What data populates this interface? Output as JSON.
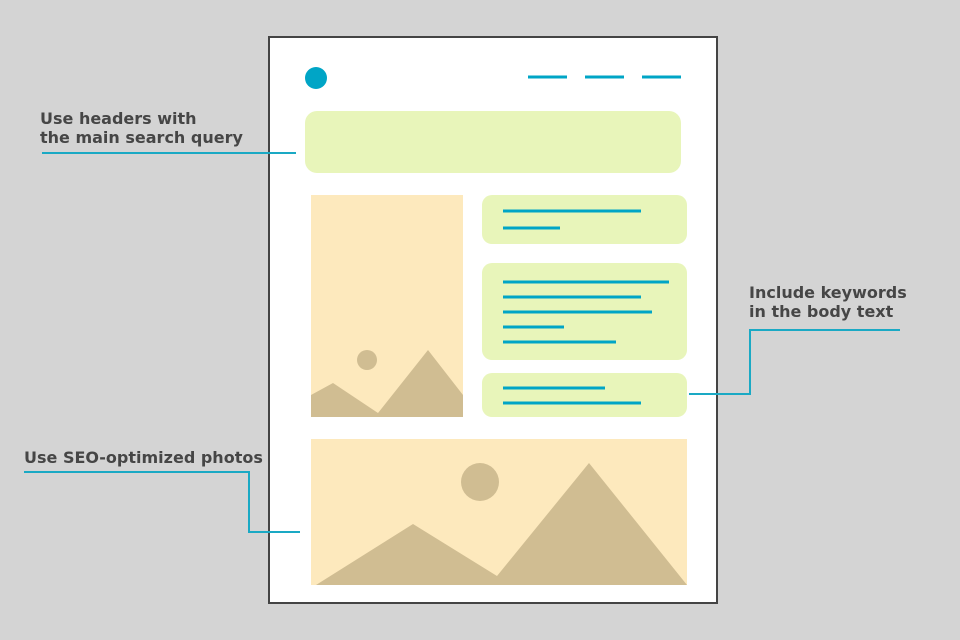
{
  "callouts": {
    "headers": {
      "line1": "Use headers with",
      "line2": "the main search query"
    },
    "keywords": {
      "line1": "Include keywords",
      "line2": "in the body text"
    },
    "photos": {
      "line1": "Use SEO-optimized photos"
    }
  },
  "colors": {
    "background": "#d4d4d4",
    "accent": "#00a5c6",
    "text_block": "#e8f5ba",
    "image_bg": "#fde9bd",
    "image_shape": "#d0bd92",
    "label_text": "#464646"
  }
}
